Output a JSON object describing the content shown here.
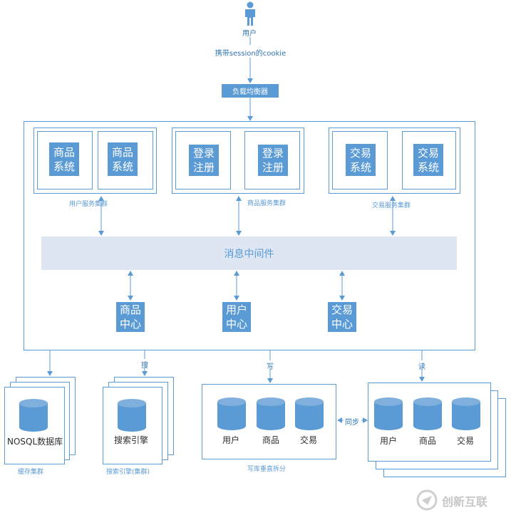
{
  "top": {
    "user_label": "用户",
    "cookie_label": "携带session的cookie",
    "balancer_label": "负载均衡器"
  },
  "clusters": {
    "left": {
      "box1": "商品系统",
      "box2": "商品系统",
      "caption": "用户服务集群"
    },
    "middle": {
      "box1": "登录注册",
      "box2": "登录注册",
      "caption": "商品服务集群"
    },
    "right": {
      "box1": "交易系统",
      "box2": "交易系统",
      "caption": "交易服务集群"
    }
  },
  "mq_label": "消息中间件",
  "centers": [
    {
      "label": "商品中心"
    },
    {
      "label": "用户中心"
    },
    {
      "label": "交易中心"
    }
  ],
  "edges": {
    "search": "搜",
    "write": "写",
    "read": "读",
    "sync": "同步"
  },
  "bottom": {
    "nosql": {
      "label": "NOSQL数据库",
      "caption": "缓存集群"
    },
    "search": {
      "label": "搜索引擎",
      "caption": "搜索引擎(集群)"
    },
    "write_db": {
      "items": [
        "用户",
        "商品",
        "交易"
      ],
      "caption": "写库垂直拆分"
    },
    "read_db": {
      "items": [
        "用户",
        "商品",
        "交易"
      ]
    }
  },
  "watermark": "创新互联"
}
